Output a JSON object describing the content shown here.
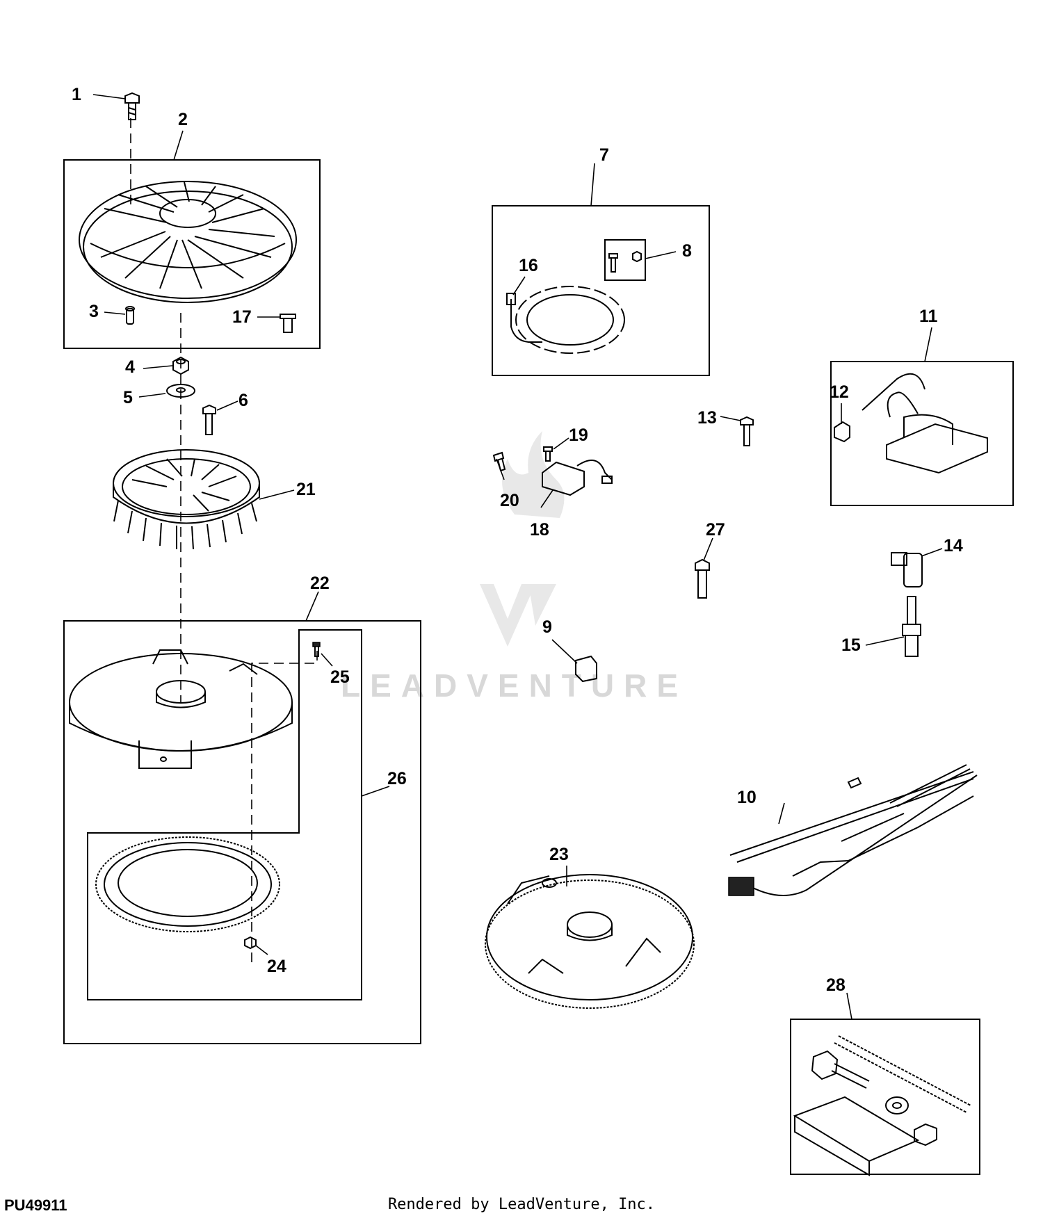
{
  "diagram": {
    "id": "PU49911",
    "footer": "Rendered by LeadVenture, Inc.",
    "watermark": "LEADVENTURE",
    "callouts": [
      "1",
      "2",
      "3",
      "4",
      "5",
      "6",
      "7",
      "8",
      "9",
      "10",
      "11",
      "12",
      "13",
      "14",
      "15",
      "16",
      "17",
      "18",
      "19",
      "20",
      "21",
      "22",
      "23",
      "24",
      "25",
      "26",
      "27",
      "28"
    ]
  }
}
